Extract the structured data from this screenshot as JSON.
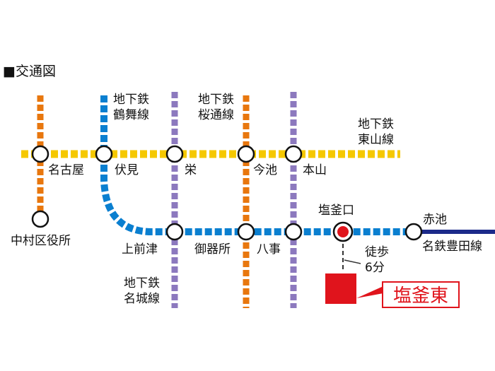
{
  "title": "■交通図",
  "lines": {
    "tsurumai": [
      "地下鉄",
      "鶴舞線"
    ],
    "sakuradori": [
      "地下鉄",
      "桜通線"
    ],
    "higashiyama": [
      "地下鉄",
      "東山線"
    ],
    "meijo": [
      "地下鉄",
      "名城線"
    ],
    "meitetsu": "名鉄豊田線"
  },
  "stations": {
    "nagoya": "名古屋",
    "fushimi": "伏見",
    "sakae": "栄",
    "imaike": "今池",
    "motoyama": "本山",
    "nakamura": "中村区役所",
    "kamimaezu": "上前津",
    "gokiso": "御器所",
    "yagoto": "八事",
    "shiogamaguchi": "塩釜口",
    "akaike": "赤池"
  },
  "walk": [
    "徒歩",
    "6分"
  ],
  "destination": "塩釜東",
  "colors": {
    "higashiyama": "#f5c800",
    "sakuradori": "#e8770e",
    "tsurumai": "#0a7fd0",
    "meijo": "#8c79be",
    "meitetsu": "#1c2a8a",
    "destination": "#e0141c"
  }
}
